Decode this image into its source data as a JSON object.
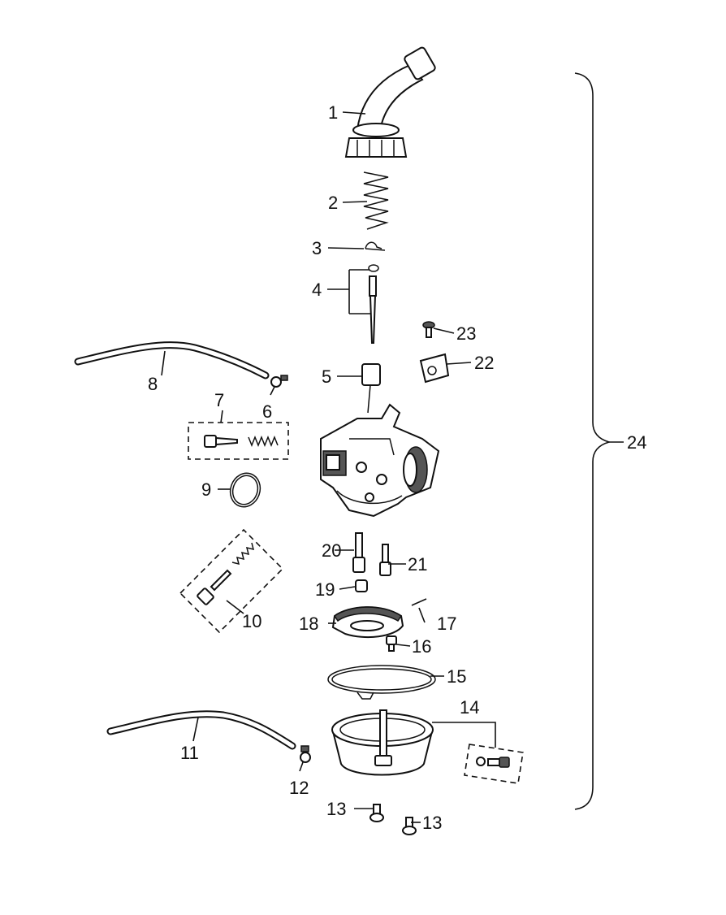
{
  "diagram": {
    "callouts": [
      {
        "id": "1",
        "text": "1"
      },
      {
        "id": "2",
        "text": "2"
      },
      {
        "id": "3",
        "text": "3"
      },
      {
        "id": "4",
        "text": "4"
      },
      {
        "id": "5",
        "text": "5"
      },
      {
        "id": "6",
        "text": "6"
      },
      {
        "id": "7",
        "text": "7"
      },
      {
        "id": "8",
        "text": "8"
      },
      {
        "id": "9",
        "text": "9"
      },
      {
        "id": "10",
        "text": "10"
      },
      {
        "id": "11",
        "text": "11"
      },
      {
        "id": "12",
        "text": "12"
      },
      {
        "id": "13a",
        "text": "13"
      },
      {
        "id": "13b",
        "text": "13"
      },
      {
        "id": "14",
        "text": "14"
      },
      {
        "id": "15",
        "text": "15"
      },
      {
        "id": "16",
        "text": "16"
      },
      {
        "id": "17",
        "text": "17"
      },
      {
        "id": "18",
        "text": "18"
      },
      {
        "id": "19",
        "text": "19"
      },
      {
        "id": "20",
        "text": "20"
      },
      {
        "id": "21",
        "text": "21"
      },
      {
        "id": "22",
        "text": "22"
      },
      {
        "id": "23",
        "text": "23"
      },
      {
        "id": "24",
        "text": "24"
      }
    ],
    "line_color": "#111111",
    "background": "#ffffff"
  }
}
